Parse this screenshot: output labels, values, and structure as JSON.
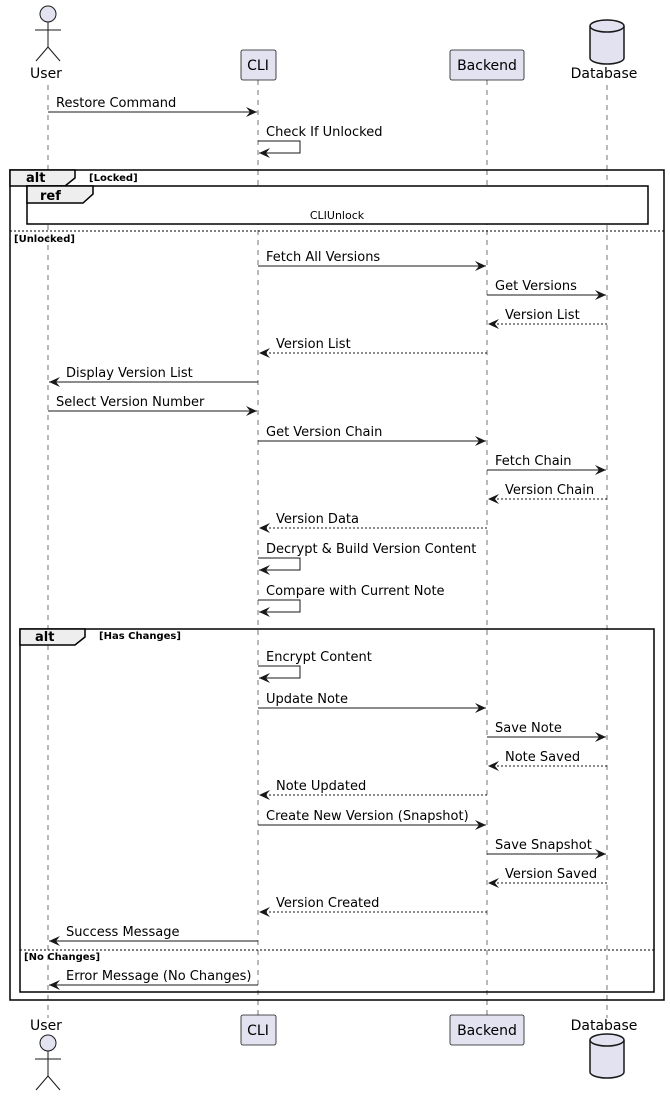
{
  "participants": {
    "user": "User",
    "cli": "CLI",
    "backend": "Backend",
    "database": "Database"
  },
  "messages": [
    {
      "label": "Restore Command",
      "from": "user",
      "to": "cli",
      "style": "solid"
    },
    {
      "label": "Check If Unlocked",
      "from": "cli",
      "to": "cli",
      "style": "self"
    },
    {
      "label": "Fetch All Versions",
      "from": "cli",
      "to": "backend",
      "style": "solid"
    },
    {
      "label": "Get Versions",
      "from": "backend",
      "to": "database",
      "style": "solid"
    },
    {
      "label": "Version List",
      "from": "database",
      "to": "backend",
      "style": "dashed"
    },
    {
      "label": "Version List",
      "from": "backend",
      "to": "cli",
      "style": "dashed"
    },
    {
      "label": "Display Version List",
      "from": "cli",
      "to": "user",
      "style": "solid"
    },
    {
      "label": "Select Version Number",
      "from": "user",
      "to": "cli",
      "style": "solid"
    },
    {
      "label": "Get Version Chain",
      "from": "cli",
      "to": "backend",
      "style": "solid"
    },
    {
      "label": "Fetch Chain",
      "from": "backend",
      "to": "database",
      "style": "solid"
    },
    {
      "label": "Version Chain",
      "from": "database",
      "to": "backend",
      "style": "dashed"
    },
    {
      "label": "Version Data",
      "from": "backend",
      "to": "cli",
      "style": "dashed"
    },
    {
      "label": "Decrypt & Build Version Content",
      "from": "cli",
      "to": "cli",
      "style": "self"
    },
    {
      "label": "Compare with Current Note",
      "from": "cli",
      "to": "cli",
      "style": "self"
    },
    {
      "label": "Encrypt Content",
      "from": "cli",
      "to": "cli",
      "style": "self"
    },
    {
      "label": "Update Note",
      "from": "cli",
      "to": "backend",
      "style": "solid"
    },
    {
      "label": "Save Note",
      "from": "backend",
      "to": "database",
      "style": "solid"
    },
    {
      "label": "Note Saved",
      "from": "database",
      "to": "backend",
      "style": "dashed"
    },
    {
      "label": "Note Updated",
      "from": "backend",
      "to": "cli",
      "style": "dashed"
    },
    {
      "label": "Create New Version (Snapshot)",
      "from": "cli",
      "to": "backend",
      "style": "solid"
    },
    {
      "label": "Save Snapshot",
      "from": "backend",
      "to": "database",
      "style": "solid"
    },
    {
      "label": "Version Saved",
      "from": "database",
      "to": "backend",
      "style": "dashed"
    },
    {
      "label": "Version Created",
      "from": "backend",
      "to": "cli",
      "style": "dashed"
    },
    {
      "label": "Success Message",
      "from": "cli",
      "to": "user",
      "style": "solid"
    },
    {
      "label": "Error Message (No Changes)",
      "from": "cli",
      "to": "user",
      "style": "solid"
    }
  ],
  "frames": {
    "outer": {
      "keyword": "alt",
      "guard_top": "[Locked]",
      "guard_bottom": "[Unlocked]"
    },
    "ref": {
      "keyword": "ref",
      "caption": "CLIUnlock"
    },
    "inner": {
      "keyword": "alt",
      "guard_top": "[Has Changes]",
      "guard_bottom": "[No Changes]"
    }
  },
  "colors": {
    "participant_fill": "#e2e2f0",
    "participant_border": "#181818",
    "line": "#181818",
    "lifeline": "#181818",
    "frame_tab": "#eeeeee"
  }
}
